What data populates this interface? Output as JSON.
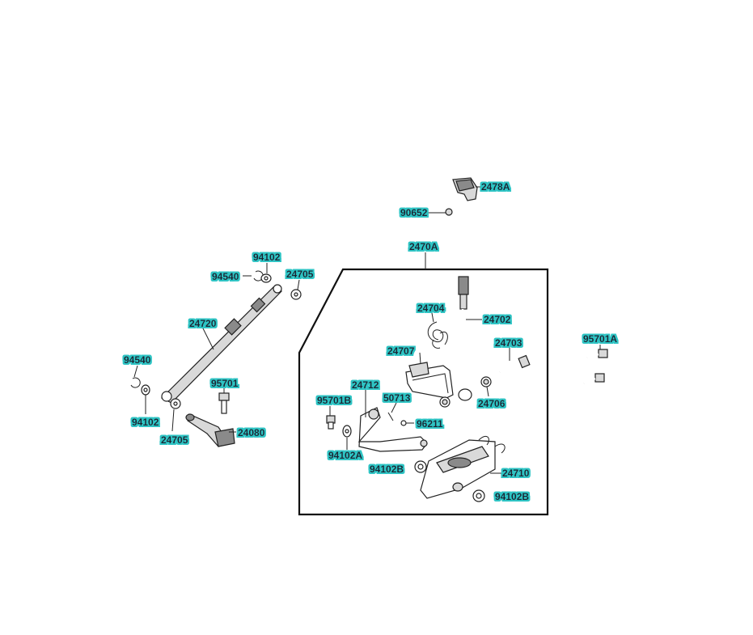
{
  "diagram": {
    "label_bg_color": "#2fc4c4",
    "label_text_color": "#1c2430",
    "labels": {
      "l_2478A": "2478A",
      "l_90652": "90652",
      "l_2470A": "2470A",
      "l_94102_top": "94102",
      "l_94540_top": "94540",
      "l_24705_top": "24705",
      "l_24720": "24720",
      "l_94540_left": "94540",
      "l_95701": "95701",
      "l_94102_left": "94102",
      "l_24705_bot": "24705",
      "l_24080": "24080",
      "l_24704": "24704",
      "l_24702": "24702",
      "l_24707": "24707",
      "l_24703": "24703",
      "l_24712": "24712",
      "l_50713": "50713",
      "l_24706": "24706",
      "l_95701B": "95701B",
      "l_96211": "96211",
      "l_102A": "94102A",
      "l_94102B_l": "94102B",
      "l_24710": "24710",
      "l_94102B_r": "94102B",
      "l_95701A": "95701A"
    }
  }
}
